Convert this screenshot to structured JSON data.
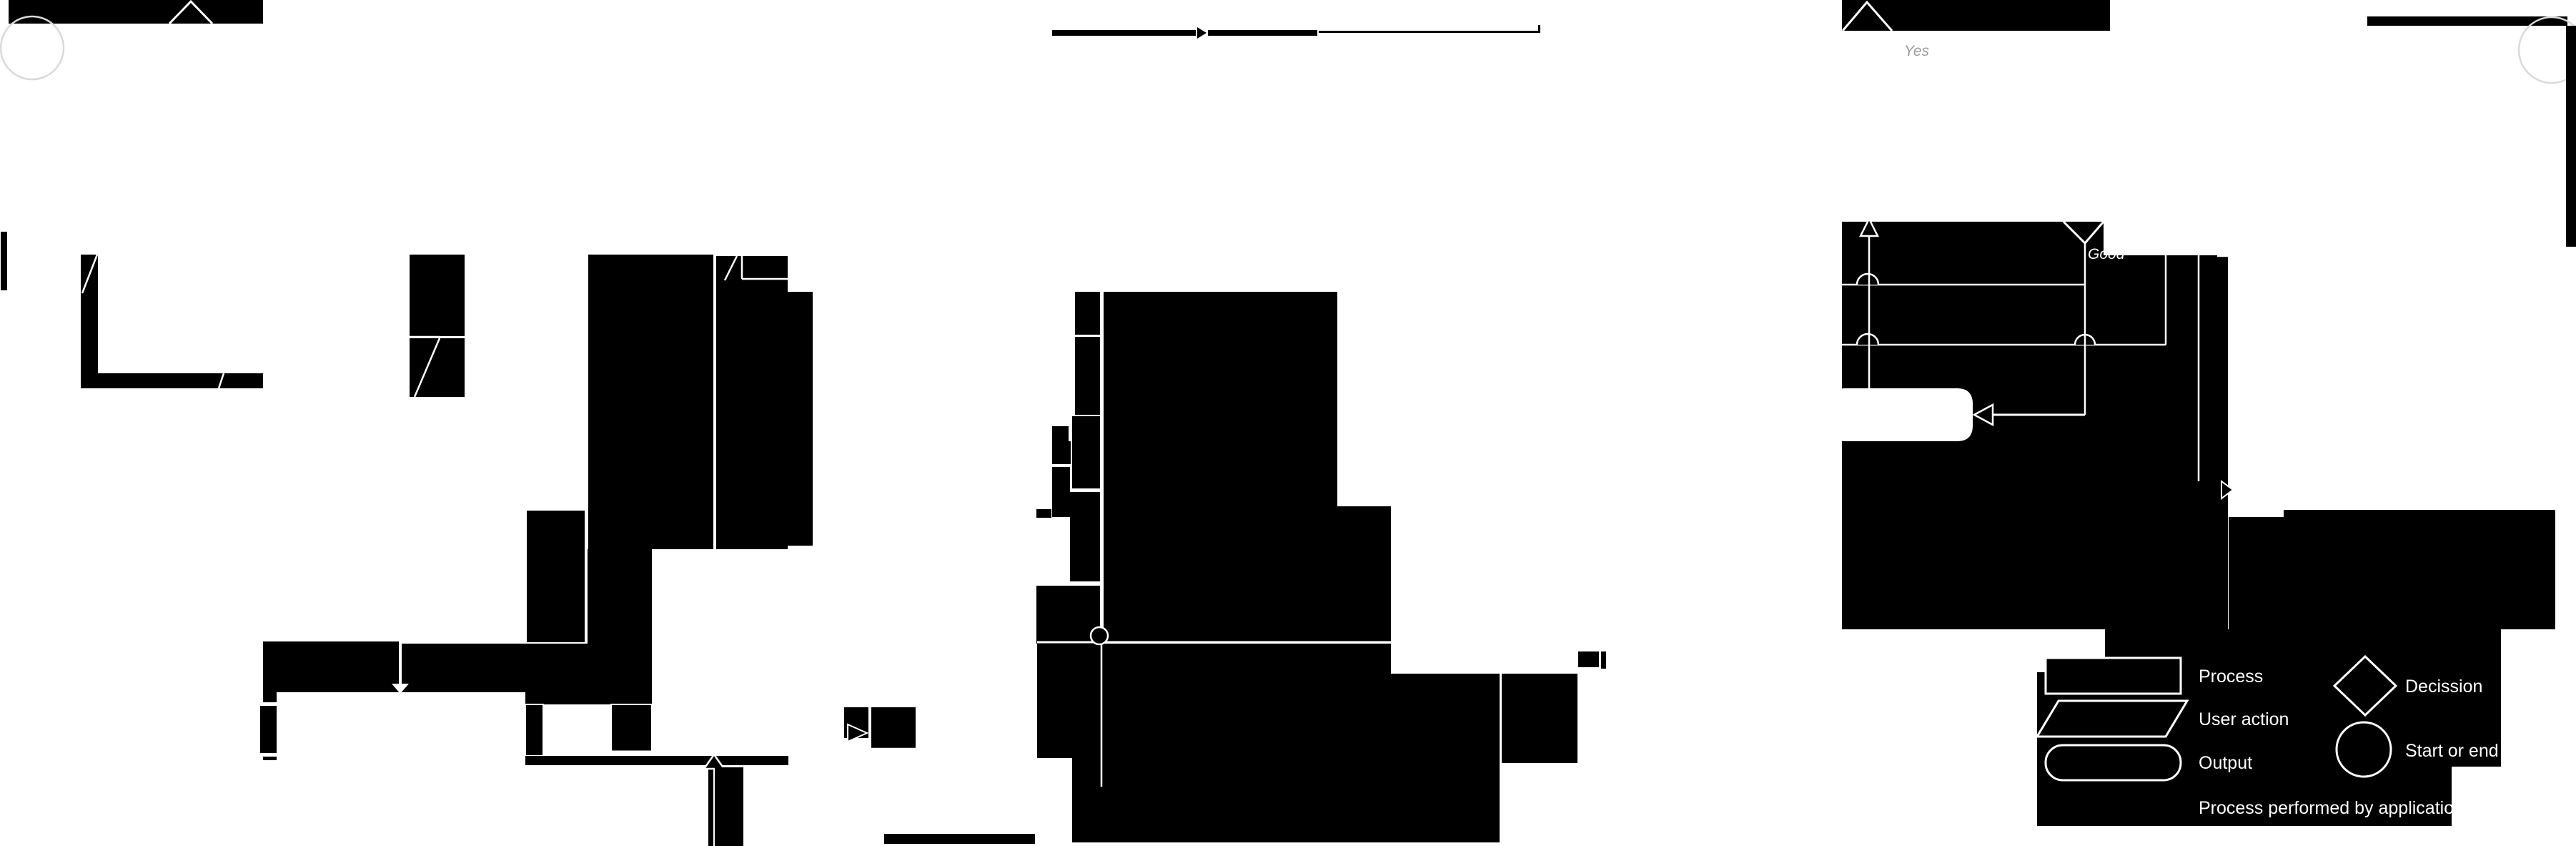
{
  "diagram": {
    "type": "flowchart",
    "description": "Dark-style flowchart with black node clusters, white connector lines and arrows, rendered on a white page",
    "annotations": {
      "yes_label": "Yes",
      "good_label": "Good"
    },
    "colors": {
      "background": "#ffffff",
      "shape_fill": "#000000",
      "stroke": "#ffffff",
      "faint_stroke": "#d9d9d9",
      "muted_label": "#9b9b9b"
    },
    "legend": {
      "items": [
        {
          "shape": "rectangle",
          "label": "Process"
        },
        {
          "shape": "parallelogram",
          "label": "User action"
        },
        {
          "shape": "rounded-rectangle",
          "label": "Output"
        },
        {
          "shape": "filled-rectangle",
          "label": "Process performed by application"
        },
        {
          "shape": "diamond",
          "label": "Decission"
        },
        {
          "shape": "circle",
          "label": "Start or end"
        }
      ]
    }
  }
}
